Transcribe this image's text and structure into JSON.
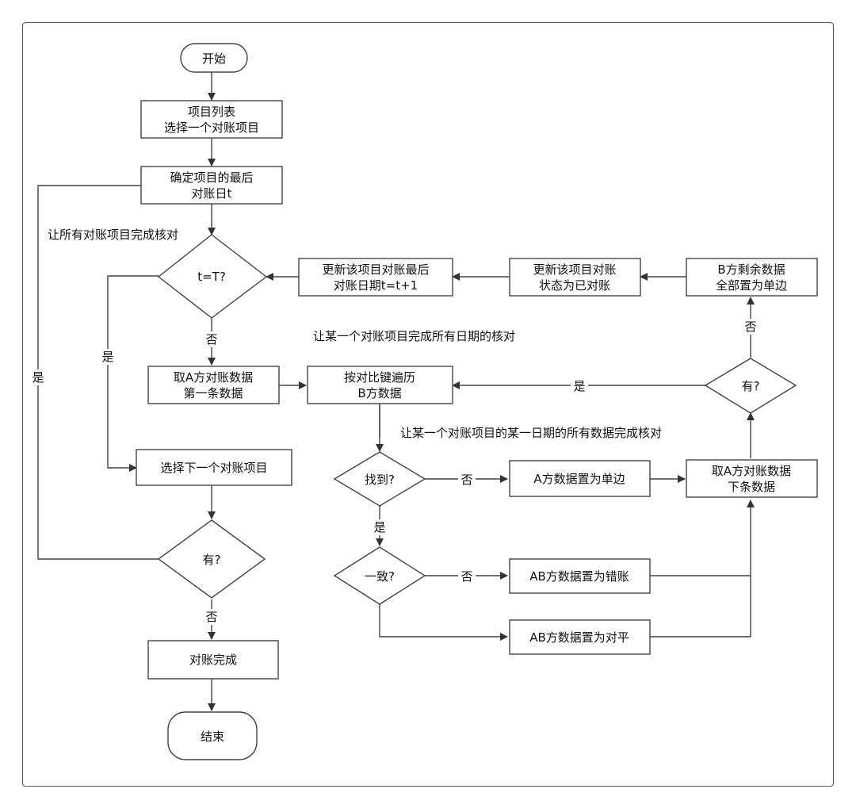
{
  "nodes": {
    "start": "开始",
    "project_list_1": "项目列表",
    "project_list_2": "选择一个对账项目",
    "confirm_date_1": "确定项目的最后",
    "confirm_date_2": "对账日t",
    "cond_t_eq_T": "t=T?",
    "update_date_1": "更新该项目对账最后",
    "update_date_2": "对账日期t=t+1",
    "update_status_1": "更新该项目对账",
    "update_status_2": "状态为已对账",
    "b_rest_1": "B方剩余数据",
    "b_rest_2": "全部置为单边",
    "take_a_first_1": "取A方对账数据",
    "take_a_first_2": "第一条数据",
    "traverse_b_1": "按对比键遍历",
    "traverse_b_2": "B方数据",
    "cond_has_more_right": "有?",
    "cond_found": "找到?",
    "a_single": "A方数据置为单边",
    "take_a_next_1": "取A方对账数据",
    "take_a_next_2": "下条数据",
    "cond_consistent": "一致?",
    "ab_error": "AB方数据置为错账",
    "ab_balanced": "AB方数据置为对平",
    "select_next": "选择下一个对账项目",
    "cond_has_more_left": "有?",
    "reconcile_done": "对账完成",
    "end": "结束"
  },
  "labels": {
    "loop_all_projects": "让所有对账项目完成核对",
    "loop_all_dates": "让某一个对账项目完成所有日期的核对",
    "loop_all_data": "让某一个对账项目的某一日期的所有数据完成核对",
    "yes": "是",
    "no": "否"
  }
}
